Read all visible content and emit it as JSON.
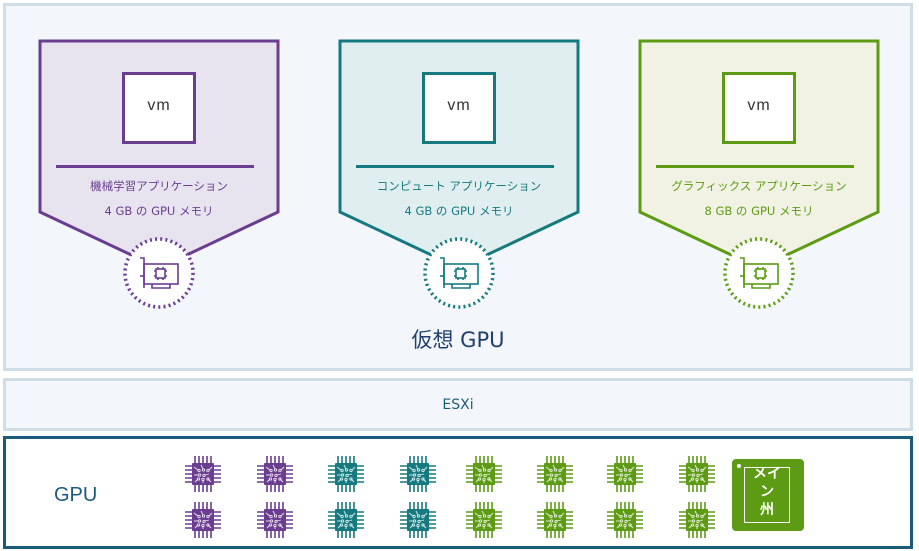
{
  "colors": {
    "purple": "#6b3d91",
    "teal": "#157a80",
    "green": "#5c9b13",
    "navy": "#1b5b7a",
    "panel_bg": "#f3f7fb",
    "panel_border": "#cfdde6"
  },
  "virtual_gpu": {
    "label": "仮想 GPU",
    "vms": [
      {
        "vm_label": "vm",
        "app_name": "機械学習アプリケーション",
        "memory": "4 GB の GPU メモリ",
        "color": "#6b3d91",
        "fill": "#e7e4f0",
        "icon": "gpu-card-icon"
      },
      {
        "vm_label": "vm",
        "app_name": "コンピュート アプリケーション",
        "memory": "4 GB の GPU メモリ",
        "color": "#157a80",
        "fill": "#e1eef0",
        "icon": "gpu-card-icon"
      },
      {
        "vm_label": "vm",
        "app_name": "グラフィックス アプリケーション",
        "memory": "8 GB の GPU メモリ",
        "color": "#5c9b13",
        "fill": "#f1f2e4",
        "icon": "gpu-card-icon"
      }
    ]
  },
  "esxi": {
    "label": "ESXi"
  },
  "gpu": {
    "label": "GPU",
    "chip_columns": [
      {
        "color": "#6b3d91",
        "icon": "chip-icon"
      },
      {
        "color": "#6b3d91",
        "icon": "chip-icon"
      },
      {
        "color": "#157a80",
        "icon": "chip-icon"
      },
      {
        "color": "#157a80",
        "icon": "chip-icon"
      },
      {
        "color": "#5c9b13",
        "icon": "chip-icon"
      },
      {
        "color": "#5c9b13",
        "icon": "chip-icon"
      },
      {
        "color": "#5c9b13",
        "icon": "chip-icon"
      },
      {
        "color": "#5c9b13",
        "icon": "chip-icon"
      }
    ],
    "chip_rows": 2,
    "main_memory": {
      "label_line1": "メイ",
      "label_line2": "ン",
      "label_line3": "州",
      "color": "#5c9b13"
    }
  }
}
